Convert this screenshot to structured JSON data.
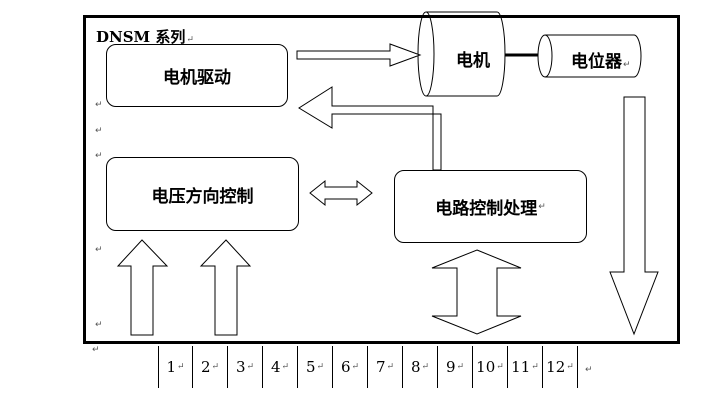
{
  "diagram": {
    "title": "DNSM 系列",
    "blocks": {
      "motor_drive": "电机驱动",
      "voltage_direction_control": "电压方向控制",
      "circuit_control_processing": "电路控制处理"
    },
    "components": {
      "motor": "电机",
      "potentiometer": "电位器"
    },
    "pins": [
      "1",
      "2",
      "3",
      "4",
      "5",
      "6",
      "7",
      "8",
      "9",
      "10",
      "11",
      "12"
    ],
    "paragraph_mark": "↵"
  }
}
